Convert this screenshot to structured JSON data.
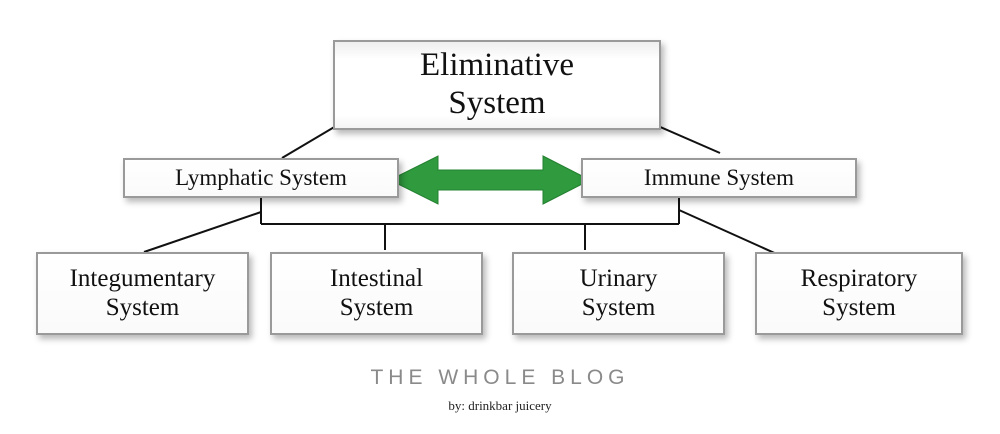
{
  "diagram": {
    "root": {
      "line1": "Eliminative",
      "line2": "System"
    },
    "middle": {
      "left": "Lymphatic System",
      "right": "Immune System",
      "relation": "bidirectional"
    },
    "leaves": [
      {
        "line1": "Integumentary",
        "line2": "System"
      },
      {
        "line1": "Intestinal",
        "line2": "System"
      },
      {
        "line1": "Urinary",
        "line2": "System"
      },
      {
        "line1": "Respiratory",
        "line2": "System"
      }
    ]
  },
  "footer": {
    "brand": "THE WHOLE BLOG",
    "byline": "by: drinkbar juicery"
  },
  "colors": {
    "arrow": "#2f9a3e",
    "border": "#9a9a9a",
    "line": "#111111",
    "brand_text": "#8a8a8a"
  }
}
